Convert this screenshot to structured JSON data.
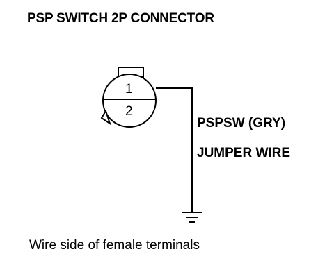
{
  "title": "PSP SWITCH 2P CONNECTOR",
  "connector": {
    "pins": [
      {
        "number": "1"
      },
      {
        "number": "2"
      }
    ]
  },
  "wire": {
    "label": "PSPSW (GRY)",
    "jumper_label": "JUMPER WIRE"
  },
  "caption": "Wire side of female terminals",
  "colors": {
    "line": "#000000",
    "background": "#ffffff"
  },
  "icons": [
    "connector-icon",
    "ground-symbol-icon"
  ]
}
